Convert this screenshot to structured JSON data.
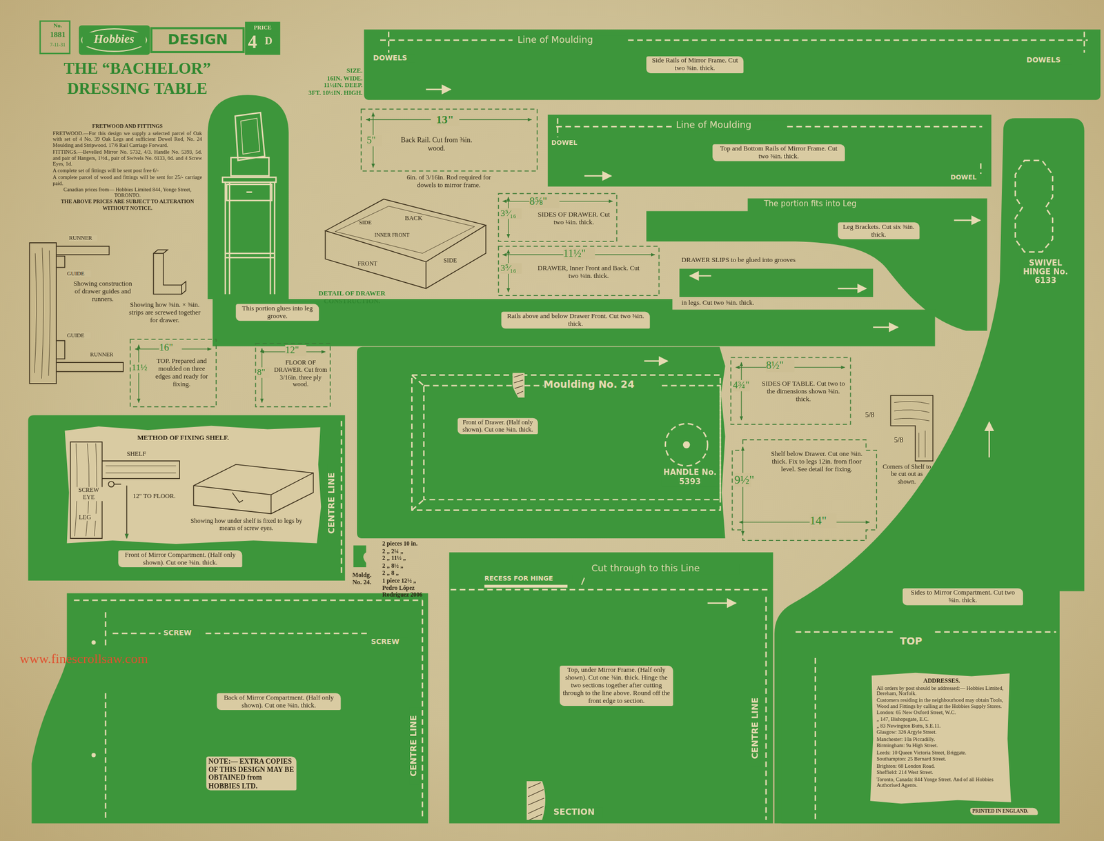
{
  "diagram": {
    "title": "THE “BACHELOR” DRESSING TABLE",
    "nodes": [
      {
        "text": [
          "Line of Moulding",
          "DOWELS",
          "DOWELS",
          "Side Rails of Mirror Frame. Cut two ⅜in. thick."
        ]
      },
      {
        "text": [
          "Line of Moulding",
          "DOWEL",
          "Top and Bottom Rails of Mirror Frame. Cut two ⅜in. thick.",
          "DOWEL"
        ]
      },
      {
        "text": [
          "13\"",
          "5\"",
          "Back Rail. Cut from ⅜in. wood."
        ]
      },
      {
        "text": [
          "8⅝\"",
          "3⁵⁄₁₆",
          "SIDES OF DRAWER. Cut two ¼in. thick."
        ]
      },
      {
        "text": [
          "11½\"",
          "3⁵⁄₁₆",
          "DRAWER, Inner Front and Back. Cut two ¼in. thick."
        ]
      },
      {
        "text": [
          "The portion fits into Leg",
          "Leg Brackets. Cut six ⅜in. thick."
        ]
      },
      {
        "text": [
          "DRAWER SLIPS to be glued into grooves",
          "in legs.  Cut two ⅜in. thick."
        ]
      },
      {
        "text": [
          "SWIVEL HINGE No. 6133",
          "Sides to Mirror Compartment. Cut two ⅜in. thick."
        ]
      },
      {
        "text": [
          "This portion glues into leg groove.",
          "Rails above and below Drawer Front. Cut two ⅜in. thick."
        ]
      },
      {
        "text": [
          "16\"",
          "11½",
          "TOP. Prepared and moulded on three edges and ready for fixing."
        ]
      },
      {
        "text": [
          "12\"",
          "8\"",
          "FLOOR OF DRAWER. Cut from 3/16in. three ply wood."
        ]
      },
      {
        "text": [
          "Moulding No. 24",
          "Front of Drawer. (Half only shown). Cut one ⅜in. thick.",
          "HANDLE No. 5393"
        ]
      },
      {
        "text": [
          "8½\"",
          "4¾\"",
          "SIDES OF TABLE. Cut two to the dimensions shown ⅜in. thick."
        ]
      },
      {
        "text": [
          "9½\"",
          "Shelf below Drawer. Cut one ⅜in. thick. Fix to legs 12in. from floor level. See detail for fixing.",
          "14\""
        ]
      },
      {
        "text": [
          "METHOD OF FIXING SHELF.",
          "SHELF",
          "SCREW EYE",
          "LEG",
          "12\" TO FLOOR.",
          "Showing how under shelf is fixed to legs by means of screw eyes.",
          "Front of Mirror Compartment. (Half only shown). Cut one ⅜in. thick.",
          "CENTRE LINE"
        ]
      },
      {
        "text": [
          "SCREW",
          "SCREW",
          "Back of Mirror Compartment. (Half only shown). Cut one ⅜in. thick.",
          "NOTE:— EXTRA COPIES OF THIS DESIGN MAY BE OBTAINED from HOBBIES LTD.",
          "CENTRE LINE"
        ]
      },
      {
        "text": [
          "RECESS FOR HINGE",
          "Cut through to this Line",
          "Top, under Mirror Frame. (Half only shown). Cut one ⅜in. thick. Hinge the two sections together after cutting through to the line above. Round off the front edge to section.",
          "CENTRE LINE",
          "SECTION"
        ]
      },
      {
        "text": [
          "TOP",
          "ADDRESSES.",
          "All orders by post should be addressed:— Hobbies Limited, Dereham, Norfolk.",
          "Customers residing in the neighbourhood may obtain Tools, Wood and Fittings by calling at the Hobbies Supply Stores.",
          "London: 65 New Oxford Street, W.C.",
          "„ 147, Bishopsgate, E.C.",
          "„ 83 Newington Butts, S.E.11.",
          "Glasgow: 326 Argyle Street.",
          "Manchester: 10a Piccadilly.",
          "Birmingham: 9a High Street.",
          "Leeds: 10 Queen Victoria Street, Briggate.",
          "Southampton: 25 Bernard Street.",
          "Brighton: 68 London Road.",
          "Sheffield: 214 West Street.",
          "Toronto, Canada: 844 Yonge Street. And of all Hobbies Authorised Agents.",
          "PRINTED IN ENGLAND."
        ]
      }
    ],
    "labels": [
      "No.",
      "1881",
      "7-11-31",
      "Hobbies",
      "DESIGN",
      "PRICE",
      "4",
      "D",
      "SIZE.",
      "16IN. WIDE.",
      "11½IN. DEEP.",
      "3FT. 10½IN. HIGH.",
      "FRETWOOD AND FITTINGS",
      "FRETWOOD.—For this design we supply a selected parcel of Oak with set of 4 No. 39 Oak Legs and sufficient Dowel Rod, No. 24 Moulding and Stripwood. 17/6 Rail Carriage Forward.",
      "FITTINGS.—Bevelled Mirror No. 5732, 4/3. Handle No. 5393, 5d. and pair of Hangers, 1½d., pair of Swivels No. 6133, 6d. and 4 Screw Eyes, 1d.",
      "A complete set of fittings will be sent post free 6/-",
      "A complete parcel of wood and fittings will be sent for 25/- carriage paid.",
      "Canadian prices from— Hobbies Limited 844, Yonge Street, TORONTO.",
      "THE ABOVE PRICES ARE SUBJECT TO ALTERATION WITHOUT NOTICE.",
      "RUNNER",
      "GUIDE",
      "Showing construction of drawer guides and runners.",
      "GUIDE",
      "RUNNER",
      "Showing how ⅜in. × ⅜in. strips are screwed together for drawer.",
      "SIDE",
      "BACK",
      "INNER FRONT",
      "FRONT",
      "SIDE",
      "DETAIL OF DRAWER CONSTRUCTION.",
      "6in. of 3/16in. Rod required for dowels to mirror frame.",
      "5/8",
      "5/8",
      "Corners of Shelf to be cut out as shown.",
      "Moldg. No. 24.",
      "2 pieces 10 in.",
      "2 „ 2¼ „",
      "2 „ 11½ „",
      "2 „ 8½ „",
      "2 „ 8 „",
      "1 piece 12½ „",
      "Pedro López Rodríguez 2006",
      "www.finescrollsaw.com"
    ]
  }
}
